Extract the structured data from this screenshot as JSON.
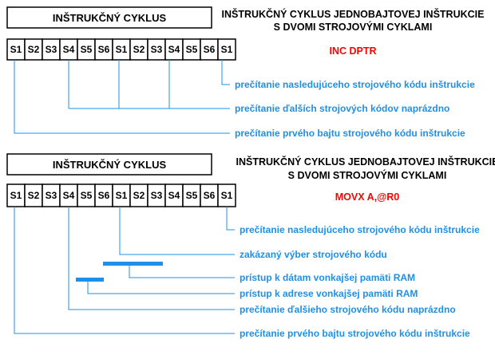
{
  "colors": {
    "accent": "#1E90E8",
    "instruction": "#FF0000",
    "text": "#000000"
  },
  "slots": [
    "S1",
    "S2",
    "S3",
    "S4",
    "S5",
    "S6",
    "S1",
    "S2",
    "S3",
    "S4",
    "S5",
    "S6",
    "S1"
  ],
  "diagrams": [
    {
      "cycle_label": "INŠTRUKČNÝ CYKLUS",
      "heading_line1": "INŠTRUKČNÝ CYKLUS JEDNOBAJTOVEJ INŠTRUKCIE",
      "heading_line2": "S DVOMI STROJOVÝMI CYKLAMI",
      "instruction": "INC DPTR",
      "annotations": [
        "prečítanie nasledujúceho strojového kódu inštrukcie",
        "prečítanie ďalších strojových kódov naprázdno",
        "prečítanie prvého bajtu strojového kódu inštrukcie"
      ]
    },
    {
      "cycle_label": "INŠTRUKČNÝ CYKLUS",
      "heading_line1": "INŠTRUKČNÝ CYKLUS JEDNOBAJTOVEJ INŠTRUKCIE",
      "heading_line2": "S DVOMI STROJOVÝMI CYKLAMI",
      "instruction": "MOVX A,@R0",
      "annotations": [
        "prečítanie nasledujúceho strojového kódu inštrukcie",
        "zakázaný výber strojového kódu",
        "prístup k dátam vonkajšej pamäti RAM",
        "prístup k adrese vonkajšej pamäti RAM",
        "prečítanie ďalšieho strojového kódu naprázdno",
        "prečítanie prvého bajtu strojového kódu inštrukcie"
      ]
    }
  ]
}
